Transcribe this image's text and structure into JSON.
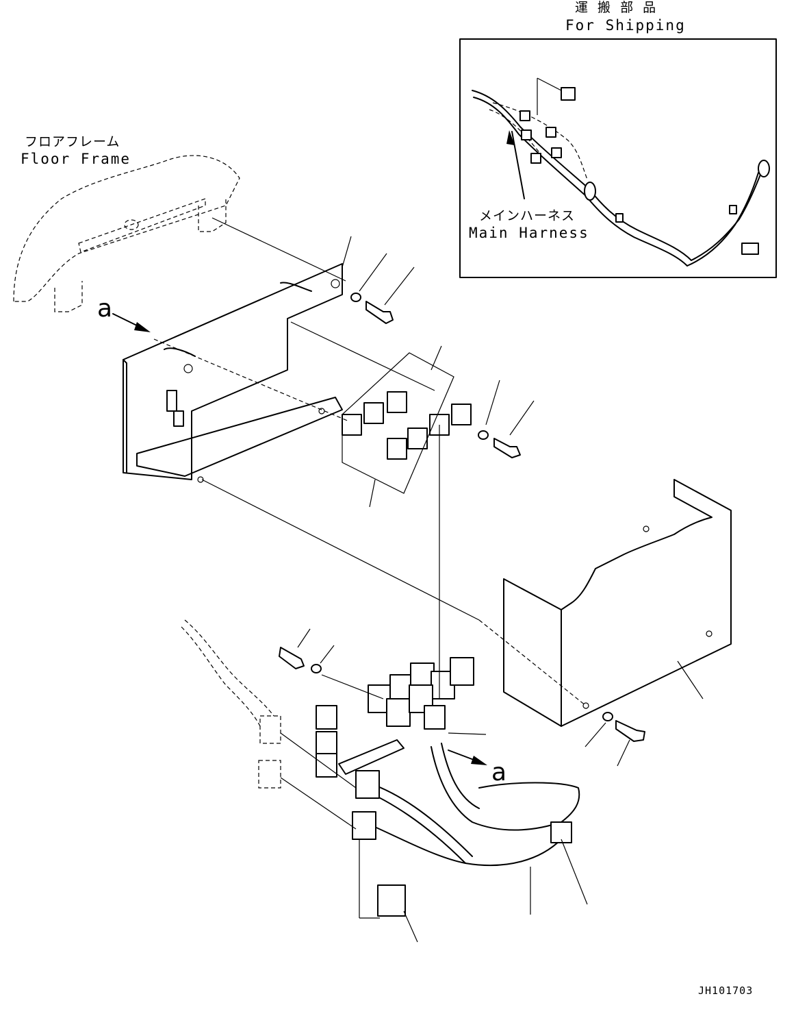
{
  "labels": {
    "shipping_jp": "運 搬 部 品",
    "shipping_en": "For Shipping",
    "floor_frame_jp": "フロアフレーム",
    "floor_frame_en": "Floor Frame",
    "main_harness_jp": "メインハーネス",
    "main_harness_en": "Main Harness",
    "view_a_start": "a",
    "view_a_end": "a",
    "drawing_code": "JH101703"
  }
}
